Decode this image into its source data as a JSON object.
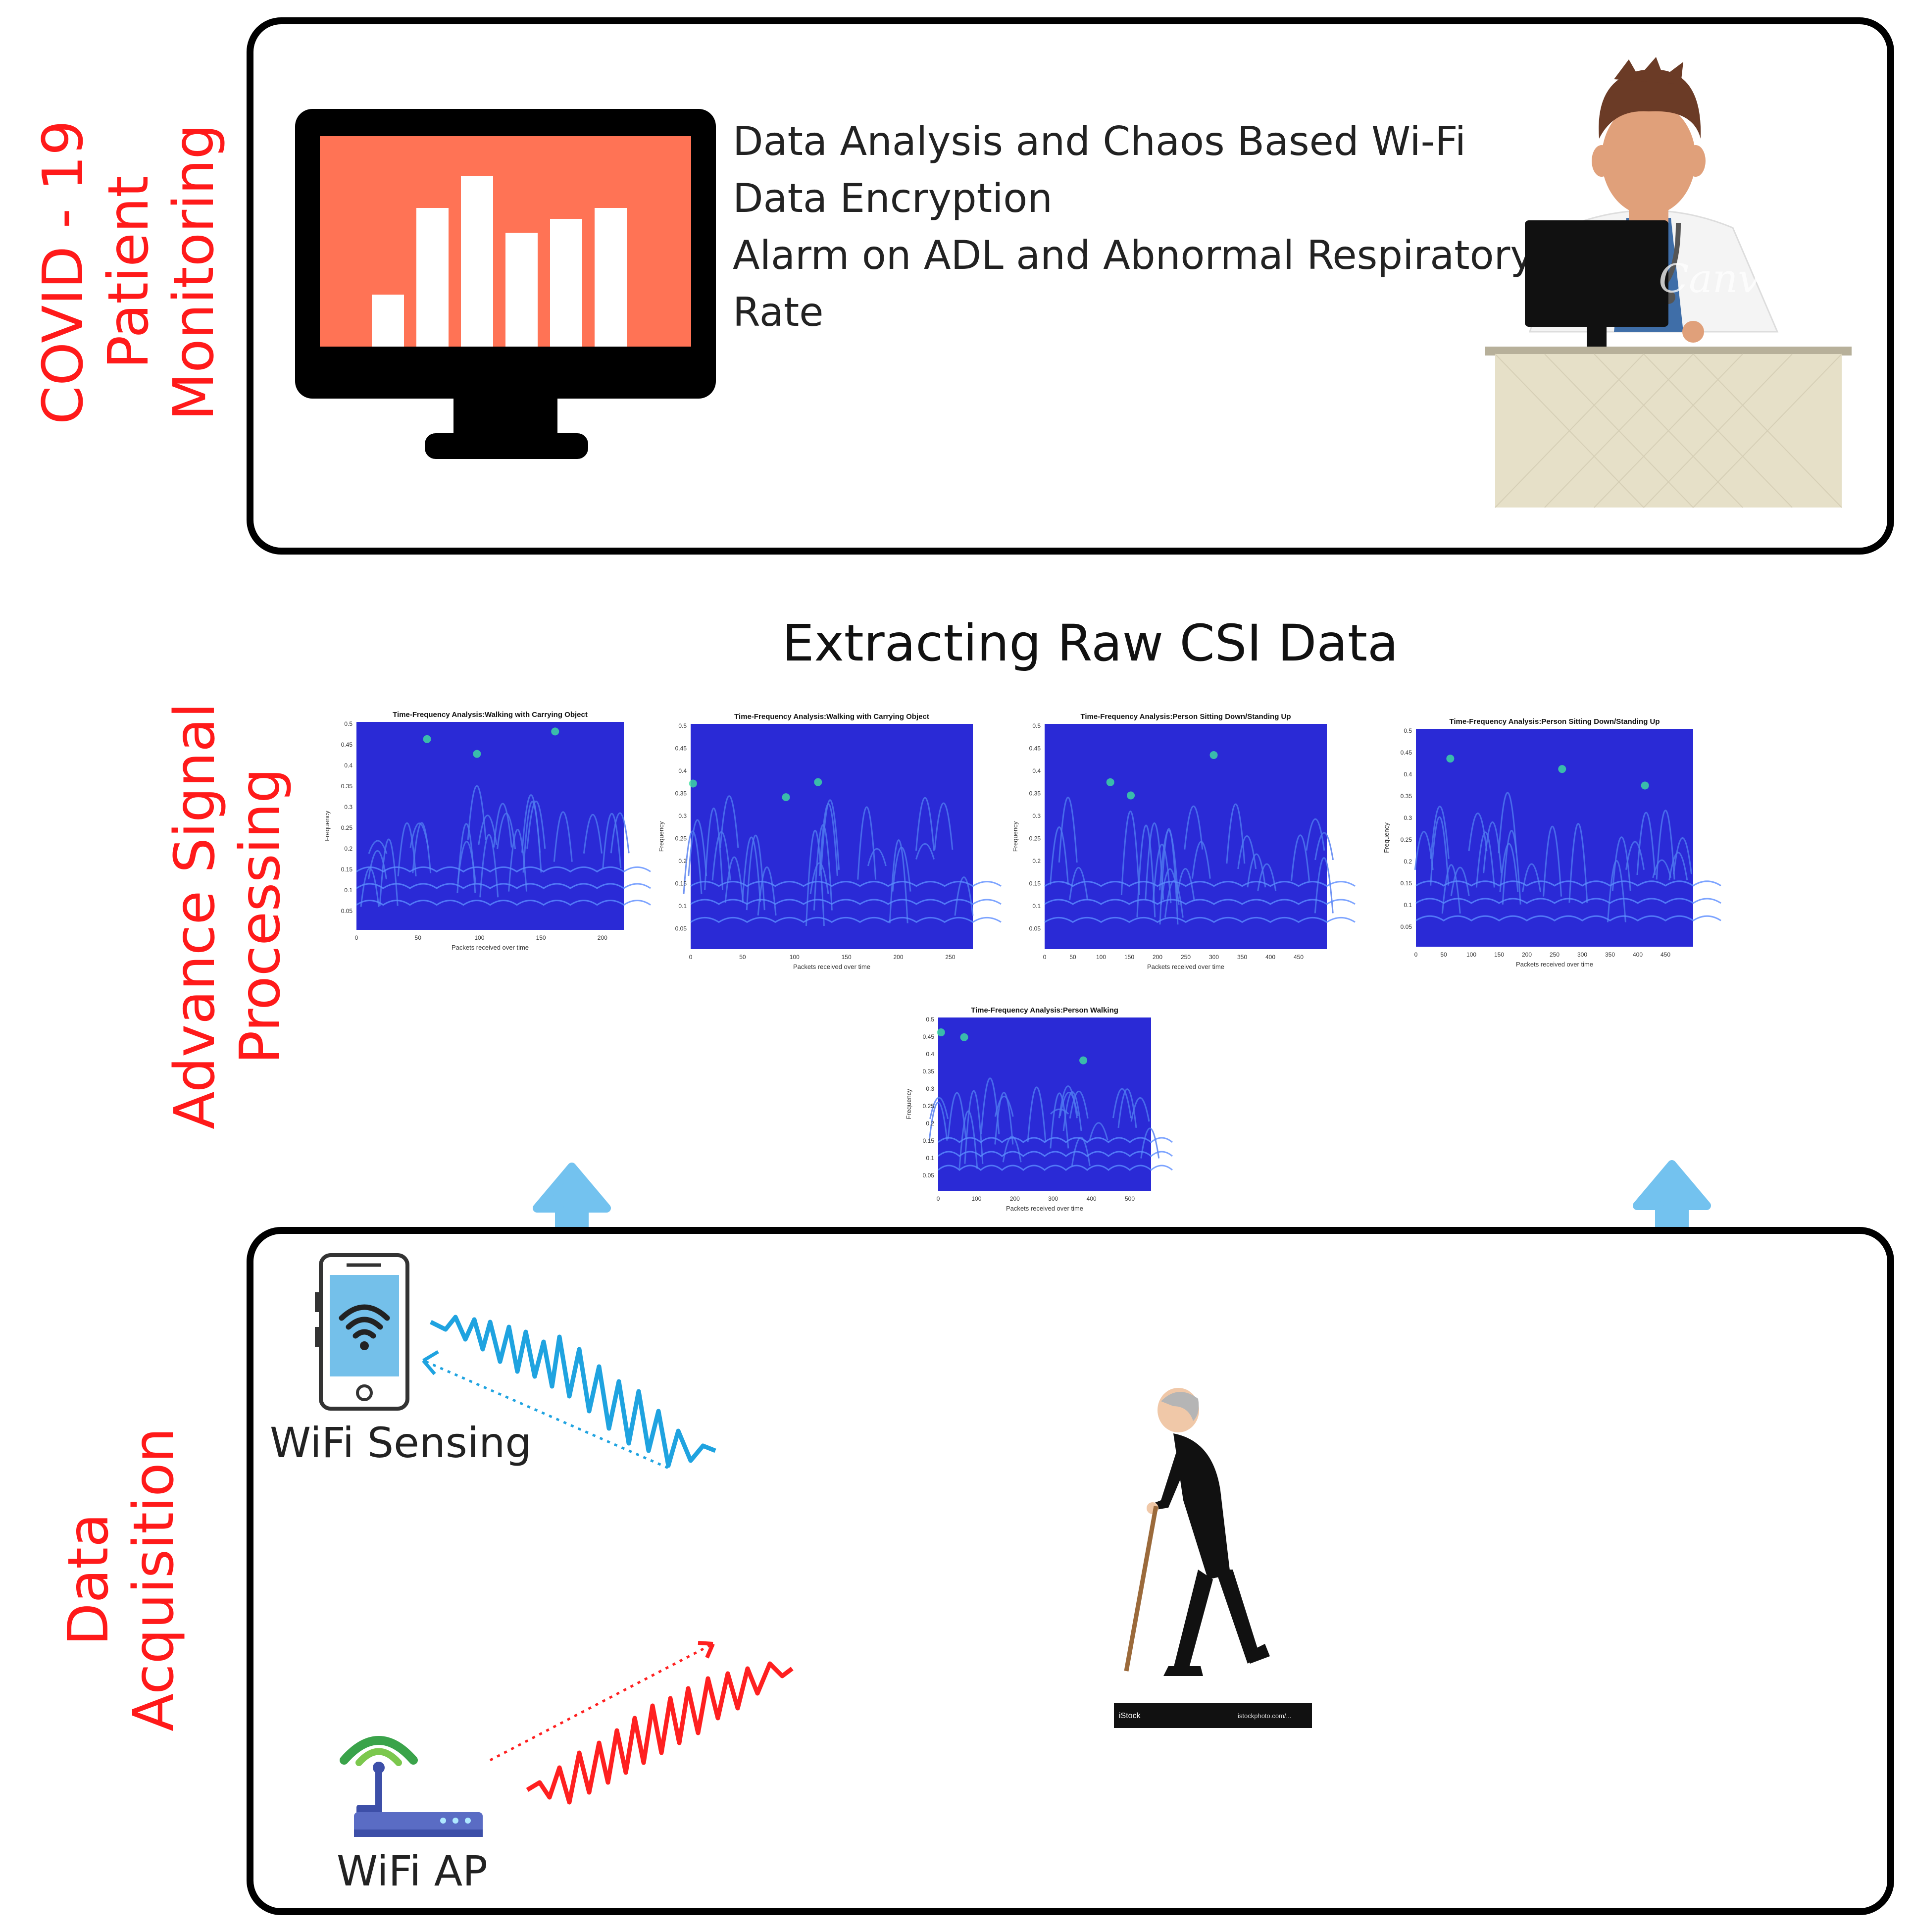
{
  "side_labels": {
    "monitoring": "COVID - 19\nPatient\nMonitoring",
    "processing": "Advance Signal\nProcessing",
    "acquisition": "Data\nAcquisition"
  },
  "monitoring": {
    "lines": [
      "Data Analysis and Chaos Based Wi-Fi",
      "Data Encryption",
      "Alarm on ADL and Abnormal Respiratory",
      "Rate"
    ],
    "doctor_watermark": "Canva"
  },
  "processing": {
    "heading": "Extracting  Raw CSI Data",
    "spectrograms": [
      {
        "title": "Time-Frequency Analysis:Walking with Carrying Object",
        "xlabel": "Packets received over time",
        "ylabel": "Frequency",
        "xticks": [
          "0",
          "50",
          "100",
          "150",
          "200"
        ],
        "yticks": [
          "0.5",
          "0.45",
          "0.4",
          "0.35",
          "0.3",
          "0.25",
          "0.2",
          "0.15",
          "0.1",
          "0.05"
        ]
      },
      {
        "title": "Time-Frequency Analysis:Walking with Carrying Object",
        "xlabel": "Packets received over time",
        "ylabel": "Frequency",
        "xticks": [
          "0",
          "50",
          "100",
          "150",
          "200",
          "250"
        ],
        "yticks": [
          "0.5",
          "0.45",
          "0.4",
          "0.35",
          "0.3",
          "0.25",
          "0.2",
          "0.15",
          "0.1",
          "0.05"
        ]
      },
      {
        "title": "Time-Frequency Analysis:Person Sitting Down/Standing Up",
        "xlabel": "Packets received over time",
        "ylabel": "Frequency",
        "xticks": [
          "0",
          "50",
          "100",
          "150",
          "200",
          "250",
          "300",
          "350",
          "400",
          "450"
        ],
        "yticks": [
          "0.5",
          "0.45",
          "0.4",
          "0.35",
          "0.3",
          "0.25",
          "0.2",
          "0.15",
          "0.1",
          "0.05"
        ]
      },
      {
        "title": "Time-Frequency Analysis:Person Sitting Down/Standing Up",
        "xlabel": "Packets received over time",
        "ylabel": "Frequency",
        "xticks": [
          "0",
          "50",
          "100",
          "150",
          "200",
          "250",
          "300",
          "350",
          "400",
          "450"
        ],
        "yticks": [
          "0.5",
          "0.45",
          "0.4",
          "0.35",
          "0.3",
          "0.25",
          "0.2",
          "0.15",
          "0.1",
          "0.05"
        ]
      },
      {
        "title": "Time-Frequency Analysis:Person Walking",
        "xlabel": "Packets received over time",
        "ylabel": "Frequency",
        "xticks": [
          "0",
          "100",
          "200",
          "300",
          "400",
          "500"
        ],
        "yticks": [
          "0.5",
          "0.45",
          "0.4",
          "0.35",
          "0.3",
          "0.25",
          "0.2",
          "0.15",
          "0.1",
          "0.05"
        ]
      }
    ]
  },
  "acquisition": {
    "sensing_label": "WiFi Sensing",
    "ap_label": "WiFi AP",
    "stock_left": "iStock",
    "stock_right": "istockphoto.com/..."
  },
  "colors": {
    "label_red": "#ff1a1a",
    "monitor_screen": "#ff7355",
    "arrow_blue": "#73c2ef",
    "signal_blue": "#1fa3e0",
    "signal_red": "#ff2020",
    "spectro_bg": "#2a2ad6"
  }
}
